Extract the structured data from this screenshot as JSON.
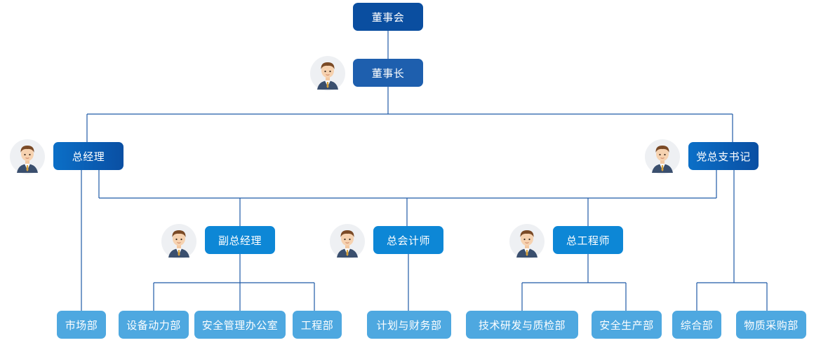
{
  "org_chart": {
    "board": "董事会",
    "chairman": "董事长",
    "general_manager": "总经理",
    "party_secretary": "党总支书记",
    "deputy_gm": "副总经理",
    "chief_accountant": "总会计师",
    "chief_engineer": "总工程师",
    "departments": {
      "market": "市场部",
      "equipment_power": "设备动力部",
      "safety_admin_office": "安全管理办公室",
      "engineering": "工程部",
      "planning_finance": "计划与财务部",
      "tech_rd_quality": "技术研发与质检部",
      "safety_production": "安全生产部",
      "general_affairs": "综合部",
      "materials_procurement": "物质采购部"
    }
  },
  "colors": {
    "line": "#1f5aa6",
    "level1": "#0a4ea0",
    "level2": "#1e5fae",
    "level3": "#0b6fc7",
    "level4": "#0d87d6",
    "department": "#4ea8e0"
  },
  "icons": {
    "avatar": "businessman-avatar-icon"
  }
}
